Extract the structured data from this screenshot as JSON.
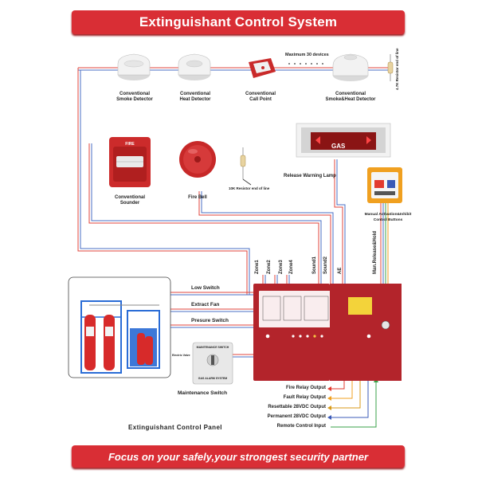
{
  "header": {
    "title": "Extinguishant Control System"
  },
  "footer": {
    "slogan": "Focus on your safely,your strongest security partner"
  },
  "devices": {
    "smoke_detector": "Conventional\nSmoke Detector",
    "heat_detector": "Conventional\nHeat Detector",
    "call_point": "Conventional\nCall Point",
    "smoke_heat_detector": "Conventional\nSmoke&Heat Detector",
    "max_devices": "Maximum 30 devices",
    "resistor_47k": "4.7K Resistor end of line",
    "sounder": "Conventional\nSounder",
    "fire_bell": "Fire Bell",
    "resistor_10k": "10K Resistor end of line",
    "release_lamp": "Release Warning Lamp",
    "lamp_text": "GAS",
    "manual_buttons": "Manual Activation&Inhibit\nControl Buttons",
    "maintenance_switch": "Maintenance Switch",
    "maint_box_title": "MAINTENANCE SWITCH",
    "maint_box_sub": "GAS ALARM SYSTEM",
    "maint_box_side": "Electric Valve",
    "sounder_text": "FIRE"
  },
  "wires": {
    "zone1": "Zone1",
    "zone2": "Zone2",
    "zone3": "Zone3",
    "zone4": "Zone4",
    "sound1": "Sound1",
    "sound2": "Sound2",
    "ae": "AE",
    "man_release": "Man.Release&Hold",
    "low_switch": "Low Switch",
    "extract_fan": "Extract Fan",
    "pressure_switch": "Presure Switch"
  },
  "outputs": [
    {
      "label": "Fire Relay Output",
      "color": "#e23a2f"
    },
    {
      "label": "Fault Relay Output",
      "color": "#f0a020"
    },
    {
      "label": "Resettable 28VDC Output",
      "color": "#d89a18"
    },
    {
      "label": "Permanent 28VDC Output",
      "color": "#3b5bb8"
    },
    {
      "label": "Remote Control Input",
      "color": "#3aa048"
    }
  ],
  "panel": {
    "title": "Extinguishant  Control Panel"
  },
  "colors": {
    "accent": "#d92e35",
    "panel": "#b3242b",
    "wire_red": "#e0463c",
    "wire_blue": "#4a6fc4"
  }
}
